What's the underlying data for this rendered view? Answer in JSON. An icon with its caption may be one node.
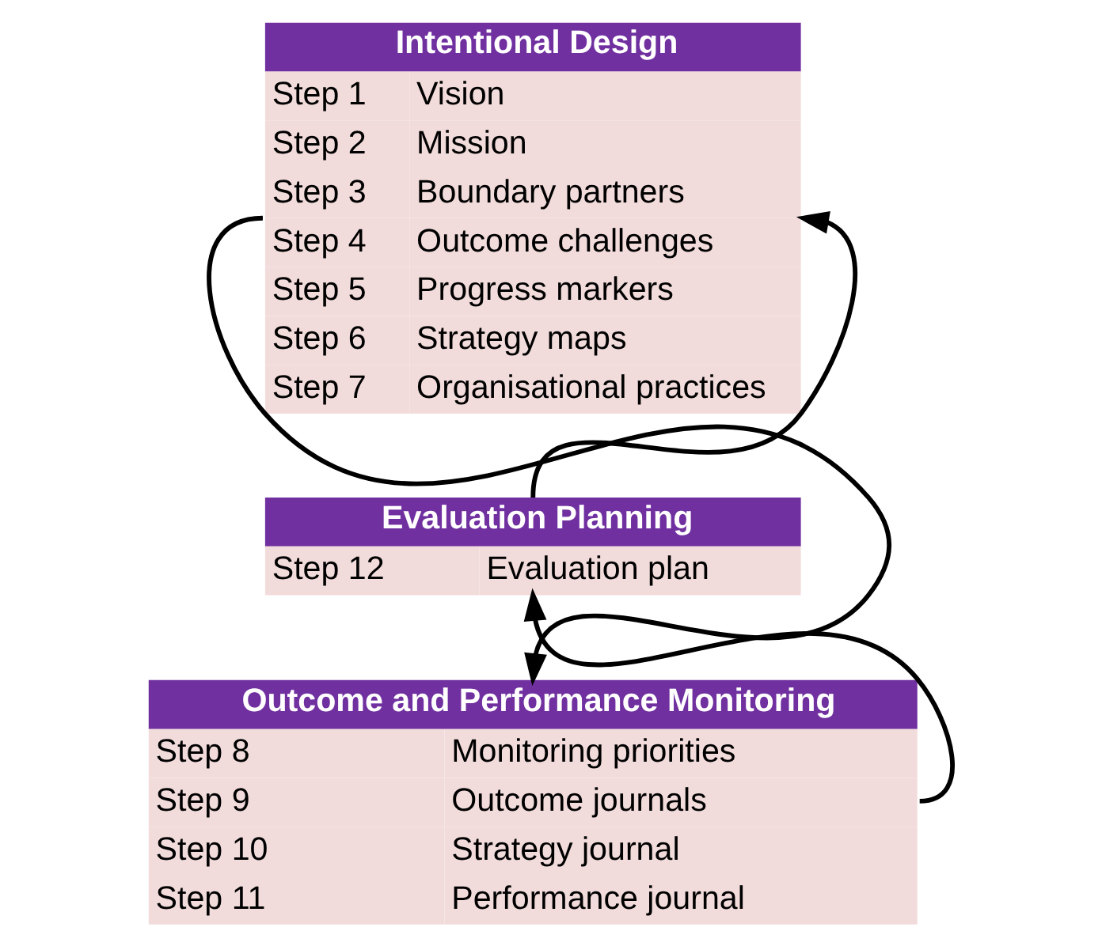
{
  "diagram": {
    "nodes": [
      {
        "text": [
          "Intentional Design",
          "Step 1",
          "Vision",
          "Step 2",
          "Mission",
          "Step 3",
          "Boundary partners",
          "Step 4",
          "Outcome challenges",
          "Step 5",
          "Progress markers",
          "Step 6",
          "Strategy maps",
          "Step 7",
          "Organisational practices"
        ]
      },
      {
        "text": [
          "Evaluation Planning",
          "Step 12",
          "Evaluation plan"
        ]
      },
      {
        "text": [
          "Outcome and Performance Monitoring",
          "Step 8",
          "Monitoring priorities",
          "Step 9",
          "Outcome journals",
          "Step 10",
          "Strategy journal",
          "Step 11",
          "Performance journal"
        ]
      }
    ],
    "edges": [
      {
        "from": 0,
        "to": 2,
        "arrow": "to"
      },
      {
        "from": 2,
        "to": 1,
        "arrow": "to"
      },
      {
        "from": 1,
        "to": 0,
        "arrow": "to"
      }
    ]
  }
}
